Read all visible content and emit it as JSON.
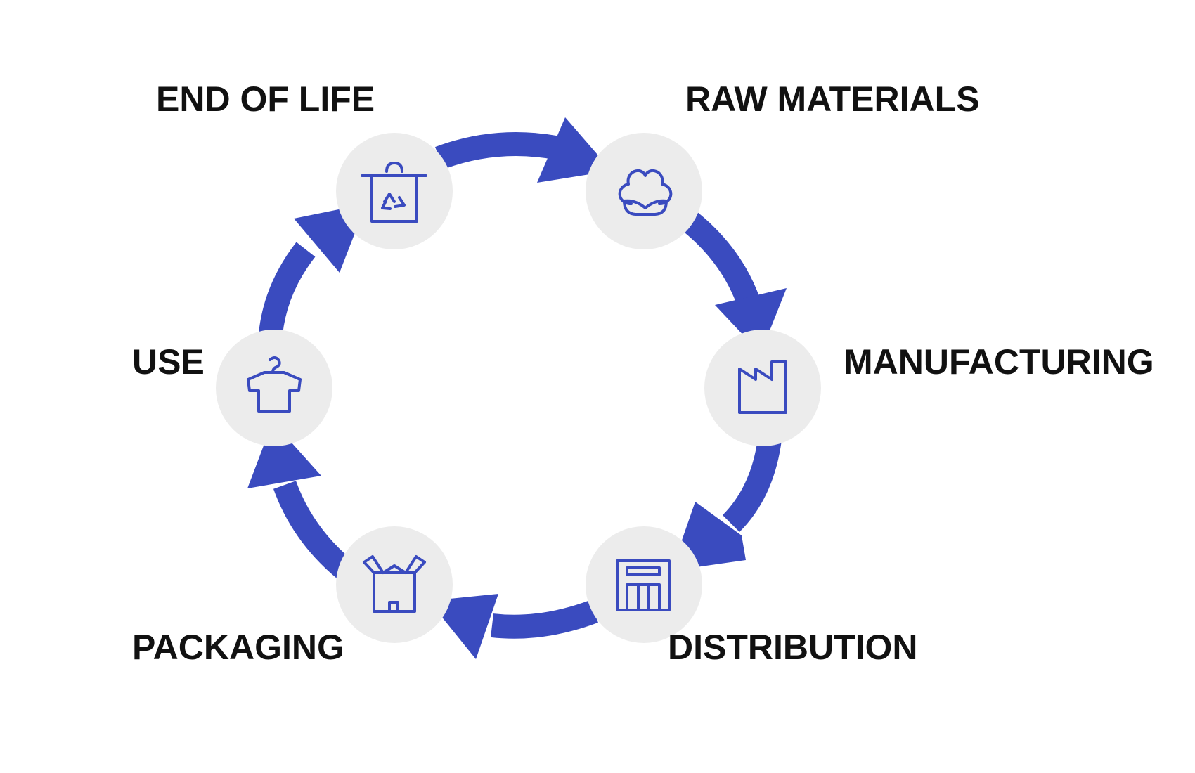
{
  "diagram": {
    "type": "cycle",
    "colors": {
      "accent": "#3a4bbf",
      "node_background": "#ececec",
      "text": "#111111"
    },
    "stages": [
      {
        "label": "RAW MATERIALS",
        "icon": "cotton-icon"
      },
      {
        "label": "MANUFACTURING",
        "icon": "factory-icon"
      },
      {
        "label": "DISTRIBUTION",
        "icon": "warehouse-icon"
      },
      {
        "label": "PACKAGING",
        "icon": "box-icon"
      },
      {
        "label": "USE",
        "icon": "tshirt-hanger-icon"
      },
      {
        "label": "END OF LIFE",
        "icon": "recycle-bin-icon"
      }
    ]
  }
}
